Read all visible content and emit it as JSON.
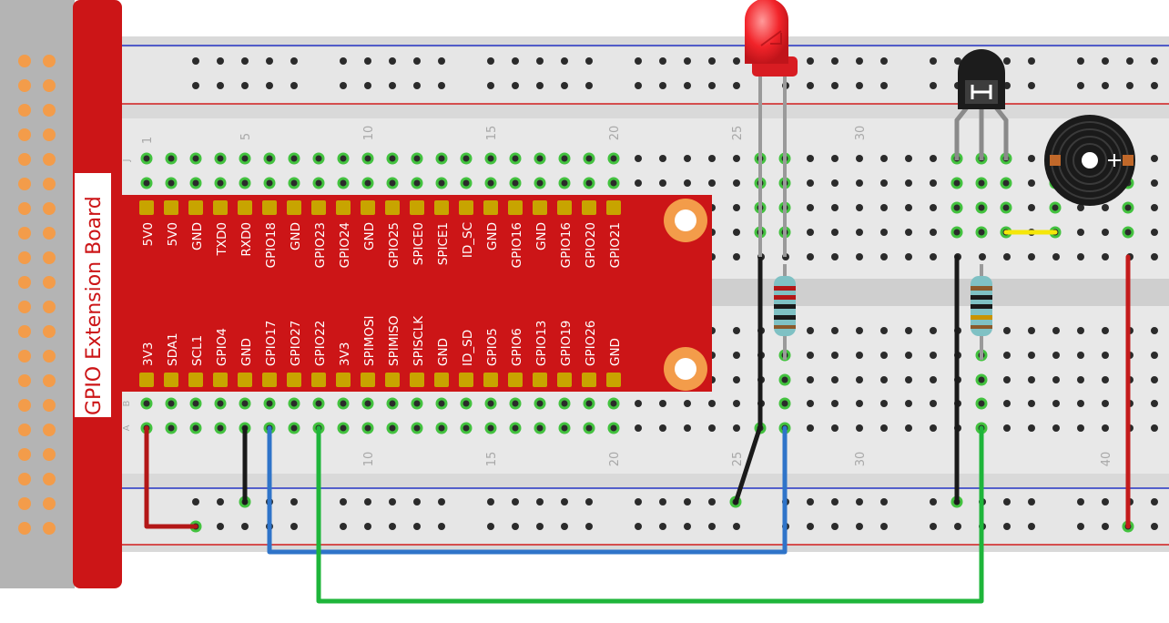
{
  "board": {
    "title": "GPIO Extension Board",
    "header_top_labels": [
      "5V0",
      "5V0",
      "GND",
      "TXD0",
      "RXD0",
      "GPIO18",
      "GND",
      "GPIO23",
      "GPIO24",
      "GND",
      "GPIO25",
      "SPICE0",
      "SPICE1",
      "ID_SC",
      "GND",
      "GPIO16",
      "GND",
      "GPIO16",
      "GPIO20",
      "GPIO21"
    ],
    "header_bottom_labels": [
      "3V3",
      "SDA1",
      "SCL1",
      "GPIO4",
      "GND",
      "GPIO17",
      "GPIO27",
      "GPIO22",
      "3V3",
      "SPIMOSI",
      "SPIMISO",
      "SPISCLK",
      "GND",
      "ID_SD",
      "GPIO5",
      "GPIO6",
      "GPIO13",
      "GPIO19",
      "GPIO26",
      "GND"
    ]
  },
  "breadboard": {
    "column_numbers_top": [
      "1",
      "5",
      "10",
      "15",
      "20",
      "25",
      "30"
    ],
    "column_numbers_bottom": [
      "10",
      "15",
      "20",
      "25",
      "30",
      "40"
    ],
    "row_letters_top": [
      "J"
    ],
    "row_letters_bottom": [
      "B",
      "A"
    ]
  },
  "colors": {
    "board_red": "#cc1517",
    "pin_gold": "#c8a400",
    "breadboard": "#dcdcdc",
    "rail_blue": "#2433c4",
    "rail_red": "#d11d1d",
    "hole": "#2b2b2b",
    "hole_highlight": "#43c23f",
    "header_orange": "#f39c4a",
    "wire_red": "#c41b1b",
    "wire_black": "#1a1a1a",
    "wire_blue": "#2f74c9",
    "wire_green": "#1eb53a",
    "wire_yellow": "#f5e60a",
    "led_red": "#f2242a"
  },
  "components": {
    "led_icon": "led-icon",
    "transistor_icon": "transistor-icon",
    "buzzer_icon": "buzzer-icon",
    "resistor_icon": "resistor-icon"
  }
}
